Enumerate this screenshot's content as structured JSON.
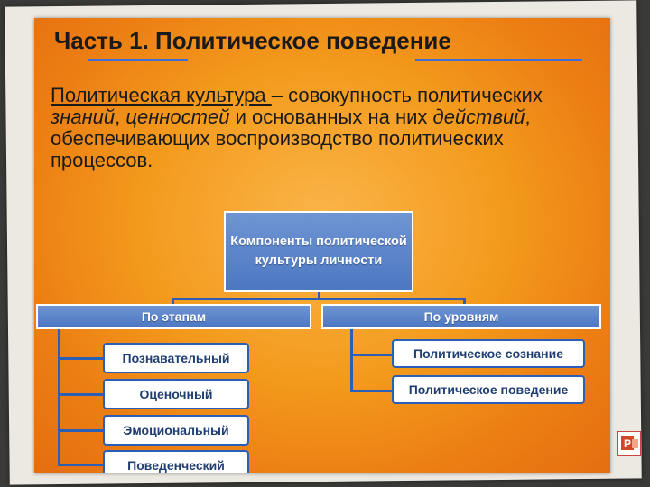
{
  "title": "Часть 1. Политическое поведение",
  "definition": {
    "term": "Политическая культура ",
    "dash": "– совокупность политических ",
    "w1": "знаний",
    "c1": ", ",
    "w2": "ценностей",
    "c2": " и основанных на них ",
    "w3": "действий",
    "c3": ", обеспечивающих воспроизводство политических процессов."
  },
  "diagram": {
    "root": "Компоненты политической культуры личности",
    "branches": [
      {
        "label": "По этапам",
        "items": [
          "Познавательный",
          "Оценочный",
          "Эмоциональный",
          "Поведенческий"
        ]
      },
      {
        "label": "По уровням",
        "items": [
          "Политическое сознание",
          "Политическое поведение"
        ]
      }
    ]
  },
  "colors": {
    "header_fill": "#4c77c2",
    "box_border": "#2b5fb7",
    "background": "#f39a1c"
  },
  "icons": [
    "powerpoint-icon"
  ]
}
